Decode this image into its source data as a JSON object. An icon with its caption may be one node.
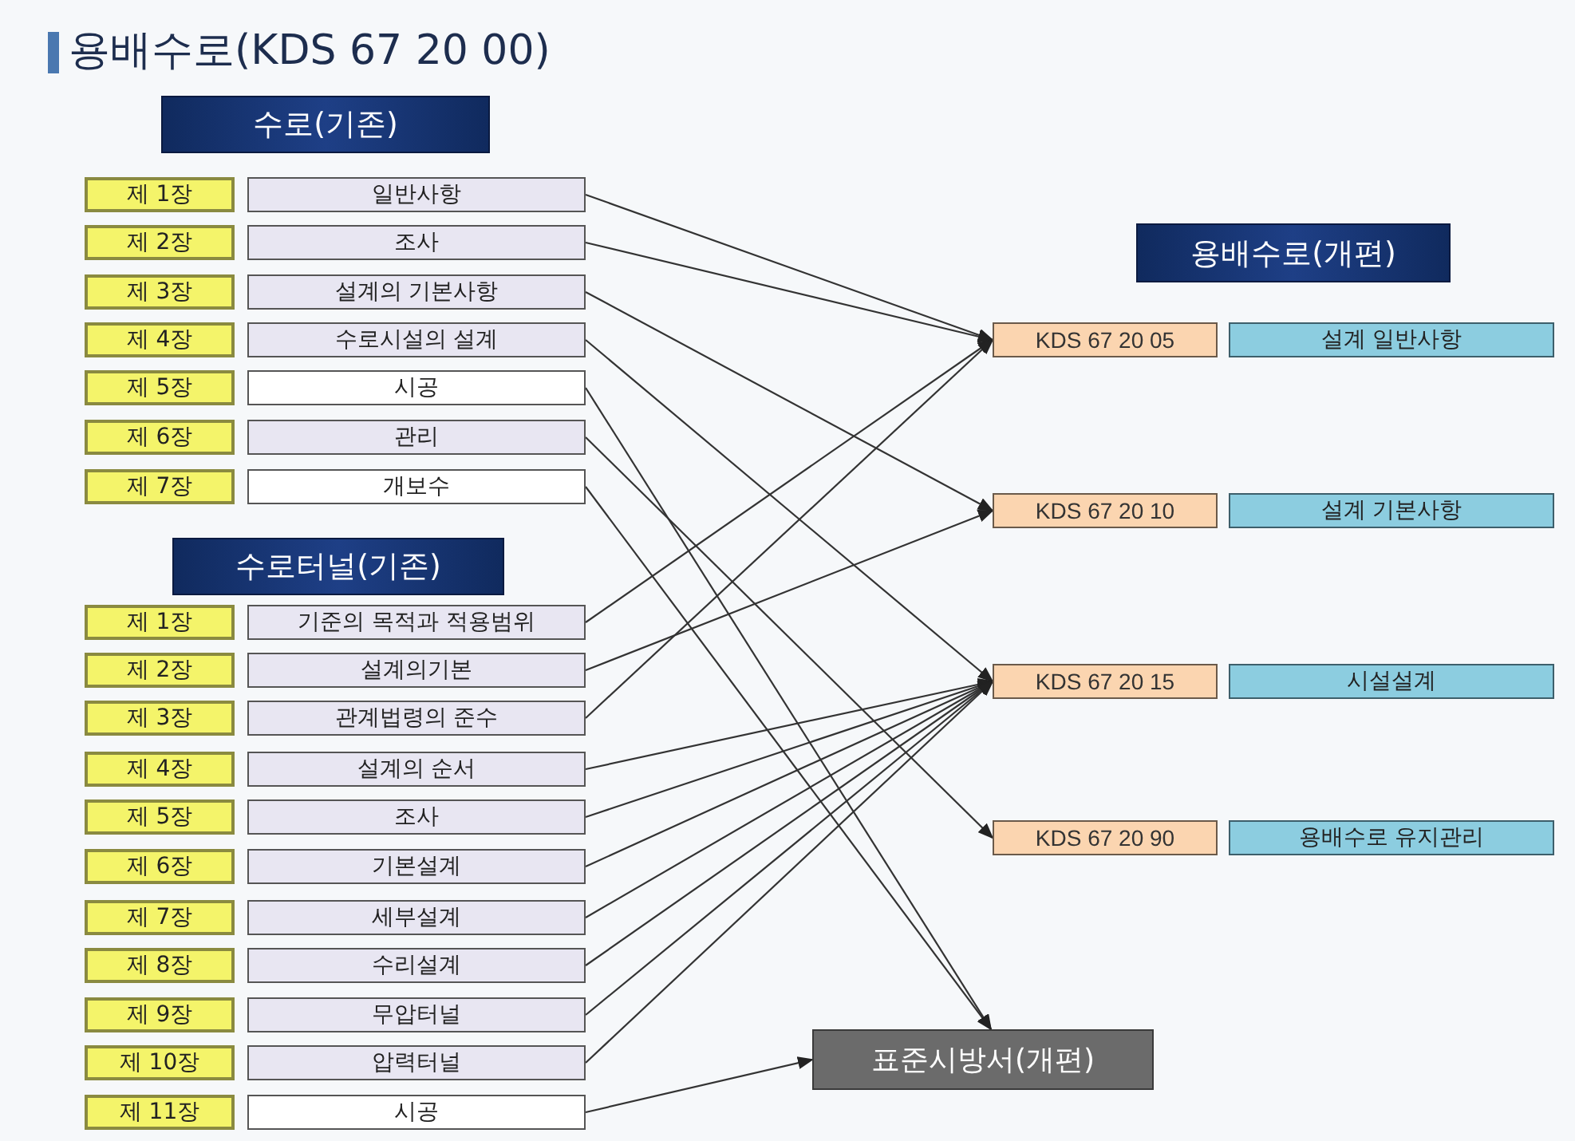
{
  "diagram": {
    "title": "용배수로(KDS 67 20 00)",
    "nodes": [
      {
        "text": [
          "수로(기존)"
        ]
      },
      {
        "text": [
          "제 1장"
        ]
      },
      {
        "text": [
          "일반사항"
        ]
      },
      {
        "text": [
          "제 2장"
        ]
      },
      {
        "text": [
          "조사"
        ]
      },
      {
        "text": [
          "제 3장"
        ]
      },
      {
        "text": [
          "설계의 기본사항"
        ]
      },
      {
        "text": [
          "제 4장"
        ]
      },
      {
        "text": [
          "수로시설의 설계"
        ]
      },
      {
        "text": [
          "제 5장"
        ]
      },
      {
        "text": [
          "시공"
        ]
      },
      {
        "text": [
          "제 6장"
        ]
      },
      {
        "text": [
          "관리"
        ]
      },
      {
        "text": [
          "제 7장"
        ]
      },
      {
        "text": [
          "개보수"
        ]
      },
      {
        "text": [
          "수로터널(기존)"
        ]
      },
      {
        "text": [
          "제 1장"
        ]
      },
      {
        "text": [
          "기준의 목적과 적용범위"
        ]
      },
      {
        "text": [
          "제 2장"
        ]
      },
      {
        "text": [
          "설계의기본"
        ]
      },
      {
        "text": [
          "제 3장"
        ]
      },
      {
        "text": [
          "관계법령의 준수"
        ]
      },
      {
        "text": [
          "제 4장"
        ]
      },
      {
        "text": [
          "설계의 순서"
        ]
      },
      {
        "text": [
          "제 5장"
        ]
      },
      {
        "text": [
          "조사"
        ]
      },
      {
        "text": [
          "제 6장"
        ]
      },
      {
        "text": [
          "기본설계"
        ]
      },
      {
        "text": [
          "제 7장"
        ]
      },
      {
        "text": [
          "세부설계"
        ]
      },
      {
        "text": [
          "제 8장"
        ]
      },
      {
        "text": [
          "수리설계"
        ]
      },
      {
        "text": [
          "제 9장"
        ]
      },
      {
        "text": [
          "무압터널"
        ]
      },
      {
        "text": [
          "제 10장"
        ]
      },
      {
        "text": [
          "압력터널"
        ]
      },
      {
        "text": [
          "제 11장"
        ]
      },
      {
        "text": [
          "시공"
        ]
      },
      {
        "text": [
          "용배수로(개편)"
        ]
      },
      {
        "text": [
          "KDS 67 20 05"
        ]
      },
      {
        "text": [
          "설계 일반사항"
        ]
      },
      {
        "text": [
          "KDS 67 20 10"
        ]
      },
      {
        "text": [
          "설계 기본사항"
        ]
      },
      {
        "text": [
          "KDS 67 20 15"
        ]
      },
      {
        "text": [
          "시설설계"
        ]
      },
      {
        "text": [
          "KDS 67 20 90"
        ]
      },
      {
        "text": [
          "용배수로 유지관리"
        ]
      },
      {
        "text": [
          "표준시방서(개편)"
        ]
      }
    ],
    "edges": [
      {
        "from": 2,
        "to": 39,
        "arrow": "to"
      },
      {
        "from": 4,
        "to": 39,
        "arrow": "to"
      },
      {
        "from": 6,
        "to": 41,
        "arrow": "to"
      },
      {
        "from": 8,
        "to": 43,
        "arrow": "to"
      },
      {
        "from": 10,
        "to": 47,
        "arrow": "to"
      },
      {
        "from": 12,
        "to": 45,
        "arrow": "to"
      },
      {
        "from": 14,
        "to": 47,
        "arrow": "to"
      },
      {
        "from": 17,
        "to": 39,
        "arrow": "to"
      },
      {
        "from": 19,
        "to": 41,
        "arrow": "to"
      },
      {
        "from": 21,
        "to": 39,
        "arrow": "to"
      },
      {
        "from": 23,
        "to": 43,
        "arrow": "to"
      },
      {
        "from": 25,
        "to": 43,
        "arrow": "to"
      },
      {
        "from": 27,
        "to": 43,
        "arrow": "to"
      },
      {
        "from": 29,
        "to": 43,
        "arrow": "to"
      },
      {
        "from": 31,
        "to": 43,
        "arrow": "to"
      },
      {
        "from": 33,
        "to": 43,
        "arrow": "to"
      },
      {
        "from": 35,
        "to": 43,
        "arrow": "to"
      },
      {
        "from": 37,
        "to": 47,
        "arrow": "to"
      }
    ]
  }
}
